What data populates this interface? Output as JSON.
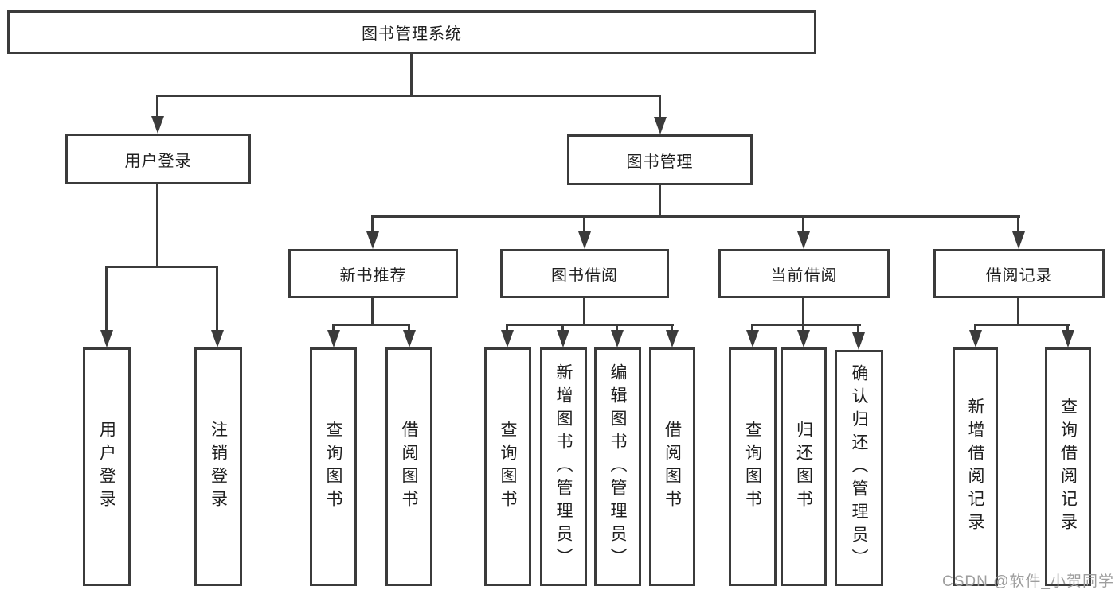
{
  "title": "图书管理系统",
  "level2": {
    "user_login": "用户登录",
    "book_mgmt": "图书管理"
  },
  "level3": {
    "new_books": "新书推荐",
    "book_borrow": "图书借阅",
    "current_borrow": "当前借阅",
    "borrow_records": "借阅记录"
  },
  "leaves": {
    "user_login": [
      "用户登录",
      "注销登录"
    ],
    "new_books": [
      "查询图书",
      "借阅图书"
    ],
    "book_borrow": [
      "查询图书",
      "新增图书（管理员）",
      "编辑图书（管理员）",
      "借阅图书"
    ],
    "current_borrow": [
      "查询图书",
      "归还图书",
      "确认归还（管理员）"
    ],
    "borrow_records": [
      "新增借阅记录",
      "查询借阅记录"
    ]
  },
  "watermark": "CSDN @软件_小贺同学",
  "colors": {
    "line": "#3b3b3b",
    "text": "#1f1f1f",
    "box_fill": "#ffffff",
    "watermark": "#9e9e9e"
  }
}
